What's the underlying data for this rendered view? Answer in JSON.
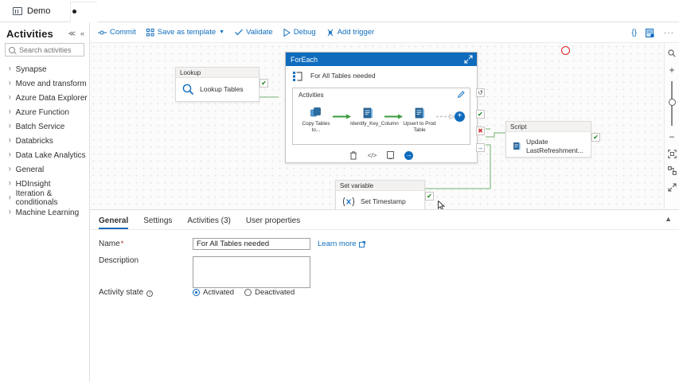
{
  "tabstrip": {
    "doc_icon": "pipeline-icon",
    "label": "Demo",
    "modified_dot": "●"
  },
  "left_pane": {
    "title": "Activities",
    "collapse_icon": "chevron-collapse-icon",
    "pin_icon": "pin-icon",
    "search": {
      "placeholder": "Search activities",
      "icon": "search-icon"
    },
    "categories": [
      {
        "label": "Synapse"
      },
      {
        "label": "Move and transform"
      },
      {
        "label": "Azure Data Explorer"
      },
      {
        "label": "Azure Function"
      },
      {
        "label": "Batch Service"
      },
      {
        "label": "Databricks"
      },
      {
        "label": "Data Lake Analytics"
      },
      {
        "label": "General"
      },
      {
        "label": "HDInsight"
      },
      {
        "label": "Iteration & conditionals"
      },
      {
        "label": "Machine Learning"
      }
    ]
  },
  "toolbar": {
    "commands": [
      {
        "label": "Commit",
        "icon": "commit-icon"
      },
      {
        "label": "Save as template",
        "icon": "template-icon"
      },
      {
        "label": "Validate",
        "icon": "check-icon"
      },
      {
        "label": "Debug",
        "icon": "play-icon"
      },
      {
        "label": "Add trigger",
        "icon": "trigger-icon"
      }
    ],
    "right_icons": [
      {
        "name": "code-brackets-icon",
        "glyph": "{}"
      },
      {
        "name": "properties-icon",
        "glyph": "⌸"
      },
      {
        "name": "more-ellipsis-icon",
        "glyph": "···"
      }
    ]
  },
  "canvas": {
    "nodes": [
      {
        "type": "Lookup",
        "name": "Lookup Tables",
        "icon": "magnifier-icon"
      },
      {
        "type": "Script",
        "name": "Update LastRefreshment...",
        "icon": "script-icon"
      },
      {
        "type": "Set variable",
        "name": "Set Timestamp",
        "icon": "variable-icon"
      }
    ],
    "foreach": {
      "header": "ForEach",
      "expand_icon": "expand-icon",
      "title": "For All Tables needed",
      "icon": "foreach-icon",
      "activities_label": "Activities",
      "edit_icon": "pencil-icon",
      "inner_activities": [
        {
          "label": "Copy Tables to...",
          "icon": "copy-data-icon"
        },
        {
          "label": "Identify_Key_Column",
          "icon": "script-icon"
        },
        {
          "label": "Upsert to Prod Table",
          "icon": "script-icon"
        }
      ],
      "add_button_icon": "add-activity-icon",
      "actions": [
        {
          "name": "delete-icon",
          "glyph": "🗑"
        },
        {
          "name": "code-icon",
          "glyph": "</>"
        },
        {
          "name": "clone-icon",
          "glyph": "❐"
        },
        {
          "name": "run-arrow-icon",
          "glyph": "→"
        }
      ]
    },
    "handles": [
      {
        "name": "retry-handle",
        "glyph": "↺",
        "color": "#4a4a48"
      },
      {
        "name": "success-handle",
        "glyph": "✔",
        "color": "#107c10"
      },
      {
        "name": "failure-handle",
        "glyph": "✖",
        "color": "#d13438"
      },
      {
        "name": "skip-handle",
        "glyph": "→",
        "color": "#0f6cbd"
      }
    ],
    "annotation": {
      "name": "red-circle-annotation",
      "color": "#e02020"
    }
  },
  "zoom_rail": {
    "buttons": [
      {
        "name": "zoom-search-icon",
        "glyph": "⌕"
      },
      {
        "name": "zoom-in-icon",
        "glyph": "+"
      },
      {
        "name": "zoom-out-icon",
        "glyph": "−"
      },
      {
        "name": "fit-to-screen-icon",
        "glyph": "⛶"
      },
      {
        "name": "auto-align-icon",
        "glyph": "⊞"
      },
      {
        "name": "expand-canvas-icon",
        "glyph": "⤡"
      }
    ]
  },
  "properties": {
    "tabs": [
      {
        "label": "General",
        "active": true
      },
      {
        "label": "Settings",
        "active": false
      },
      {
        "label": "Activities (3)",
        "active": false
      },
      {
        "label": "User properties",
        "active": false
      }
    ],
    "collapse_icon": "chevron-up-icon",
    "fields": {
      "name_label": "Name",
      "name_value": "For All Tables needed",
      "learn_more": "Learn more",
      "learn_more_icon": "external-link-icon",
      "description_label": "Description",
      "description_value": "",
      "activity_state_label": "Activity state",
      "info_icon": "info-icon",
      "radio_activated": "Activated",
      "radio_deactivated": "Deactivated",
      "selected_state": "Activated"
    }
  },
  "colors": {
    "accent": "#0f6cbd",
    "link": "#106ebe",
    "success": "#107c10",
    "error": "#d13438",
    "required": "#a4262c",
    "annotation": "#e02020"
  }
}
